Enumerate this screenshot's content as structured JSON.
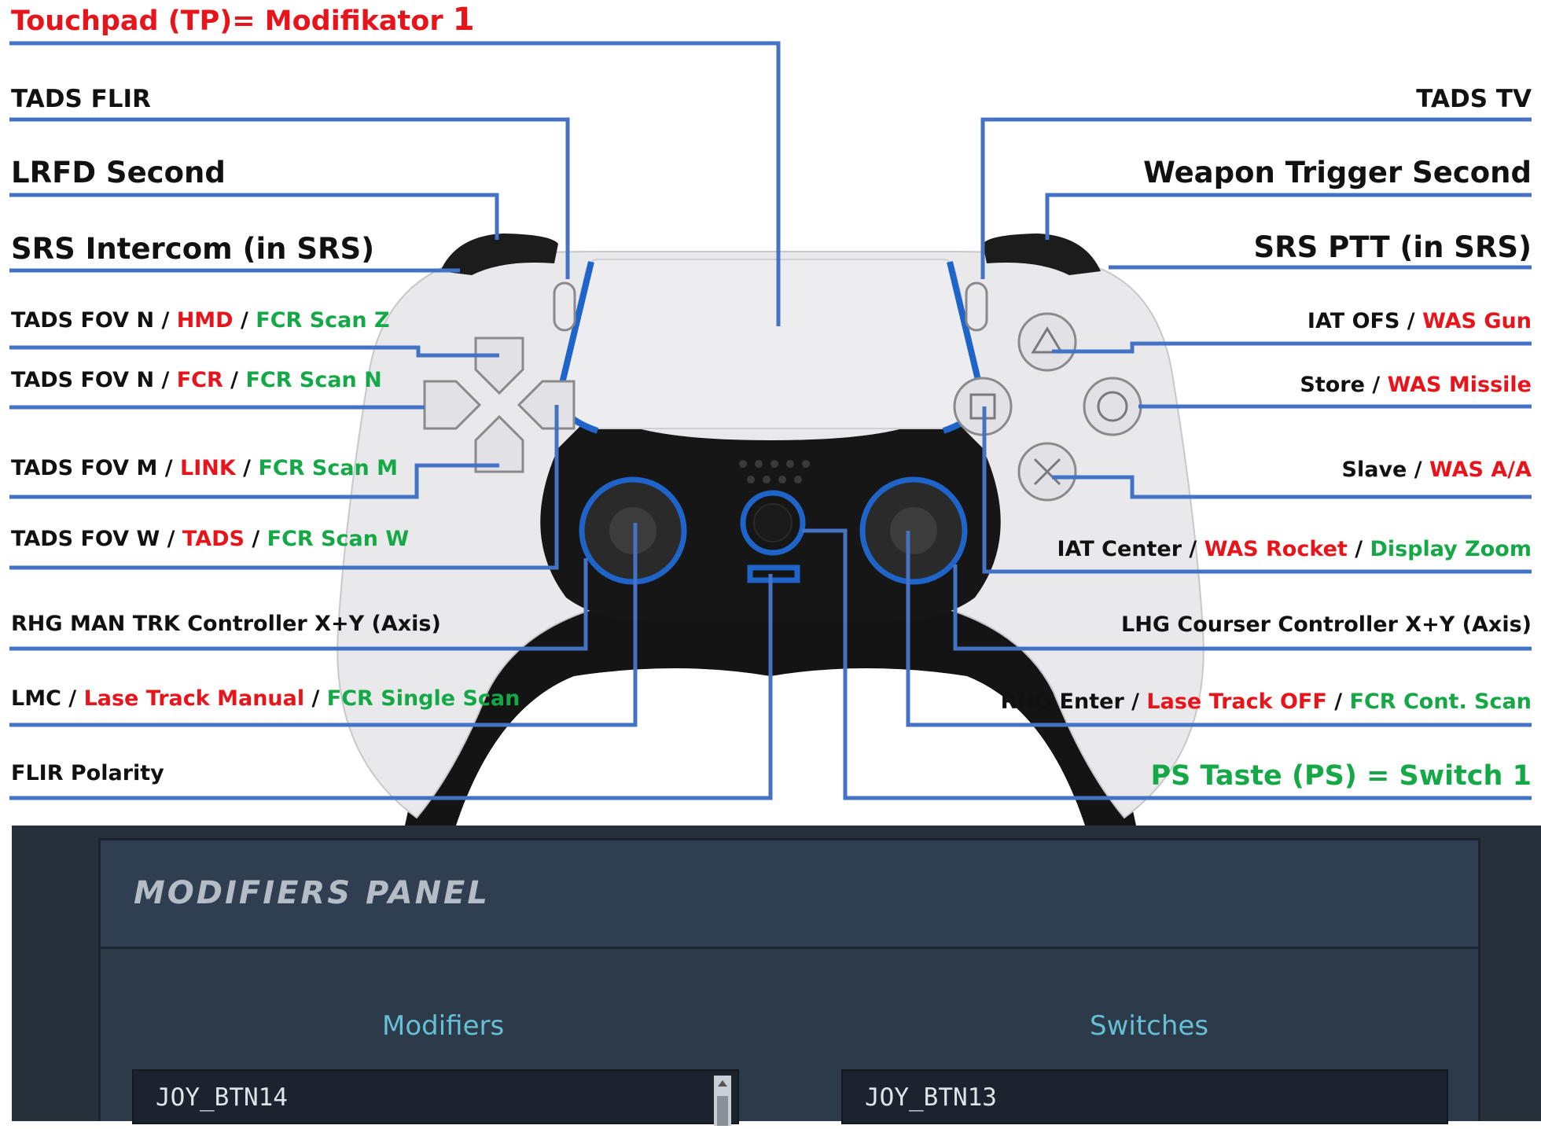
{
  "labels": {
    "touchpad": [
      "Touchpad (TP)= Modifikator ",
      "1"
    ],
    "tads_flir": "TADS FLIR",
    "lrfd_second": "LRFD Second",
    "srs_intercom": "SRS Intercom (in SRS)",
    "fov_n_hmd": [
      "TADS FOV N / ",
      "HMD",
      " / ",
      "FCR Scan Z"
    ],
    "fov_n_fcr": [
      "TADS FOV N / ",
      "FCR",
      " / ",
      "FCR Scan N"
    ],
    "fov_m_link": [
      "TADS FOV M / ",
      "LINK",
      " / ",
      "FCR Scan M"
    ],
    "fov_w_tads": [
      "TADS FOV W / ",
      "TADS",
      " / ",
      "FCR Scan W"
    ],
    "rhg_man_trk": "RHG MAN TRK Controller X+Y (Axis)",
    "lmc": [
      "LMC / ",
      "Lase Track Manual",
      " / ",
      "FCR Single Scan"
    ],
    "flir_polarity": "FLIR Polarity",
    "tads_tv": "TADS TV",
    "weapon_trigger_second": "Weapon Trigger Second",
    "srs_ptt": "SRS PTT (in SRS)",
    "iat_ofs": [
      "IAT OFS / ",
      "WAS Gun"
    ],
    "store": [
      "Store / ",
      "WAS Missile"
    ],
    "slave": [
      "Slave / ",
      "WAS A/A"
    ],
    "iat_center": [
      "IAT Center / ",
      "WAS Rocket",
      " / ",
      "Display Zoom"
    ],
    "lhg_courser": "LHG Courser Controller X+Y (Axis)",
    "rhg_enter": [
      "RHG Enter / ",
      "Lase Track OFF",
      " / ",
      "FCR Cont. Scan"
    ],
    "ps_taste": "PS Taste (PS) = Switch 1"
  },
  "panel": {
    "title": "MODIFIERS PANEL",
    "modifiers_header": "Modifiers",
    "switches_header": "Switches",
    "modifiers_value": "JOY_BTN14",
    "switches_value": "JOY_BTN13"
  },
  "colors": {
    "leader_line": "#4472c4",
    "red_text": "#e8141b",
    "green_text": "#14a847",
    "controller_accent": "#1f64c8"
  }
}
